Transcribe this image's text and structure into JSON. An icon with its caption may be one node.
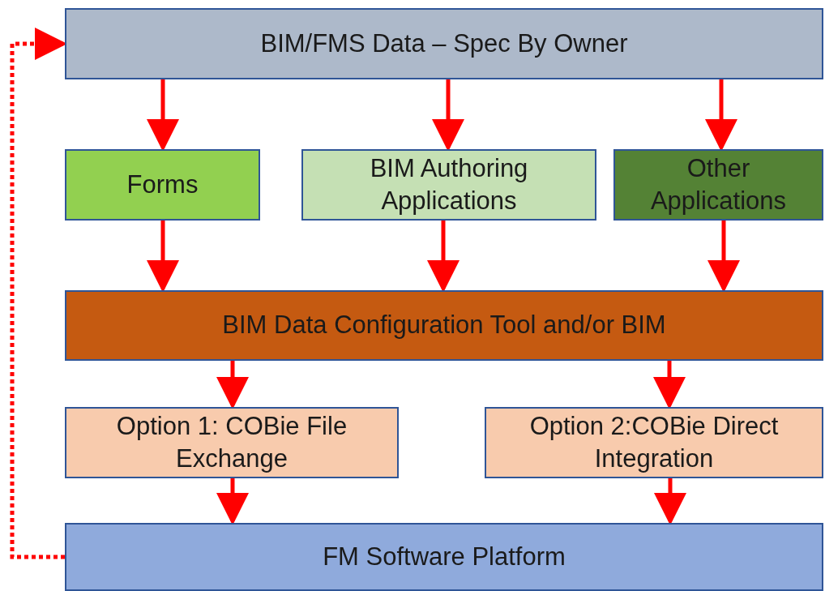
{
  "diagram": {
    "nodes": [
      {
        "text": [
          "BIM/FMS Data – Spec By Owner"
        ]
      },
      {
        "text": [
          "Forms"
        ]
      },
      {
        "text": [
          "BIM Authoring Applications"
        ]
      },
      {
        "text": [
          "Other Applications"
        ]
      },
      {
        "text": [
          "BIM Data Configuration Tool and/or BIM"
        ]
      },
      {
        "text": [
          "Option 1: COBie File Exchange"
        ]
      },
      {
        "text": [
          "Option 2:COBie Direct Integration"
        ]
      },
      {
        "text": [
          "FM Software Platform"
        ]
      }
    ],
    "edges": [
      {
        "from": 0,
        "to": 1,
        "arrow": "to"
      },
      {
        "from": 0,
        "to": 2,
        "arrow": "to"
      },
      {
        "from": 0,
        "to": 3,
        "arrow": "to"
      },
      {
        "from": 1,
        "to": 4,
        "arrow": "to"
      },
      {
        "from": 2,
        "to": 4,
        "arrow": "to"
      },
      {
        "from": 3,
        "to": 4,
        "arrow": "to"
      },
      {
        "from": 4,
        "to": 5,
        "arrow": "to"
      },
      {
        "from": 4,
        "to": 6,
        "arrow": "to"
      },
      {
        "from": 5,
        "to": 7,
        "arrow": "to"
      },
      {
        "from": 6,
        "to": 7,
        "arrow": "to"
      },
      {
        "from": 7,
        "to": 0,
        "arrow": "to",
        "style": "dashed"
      }
    ]
  }
}
